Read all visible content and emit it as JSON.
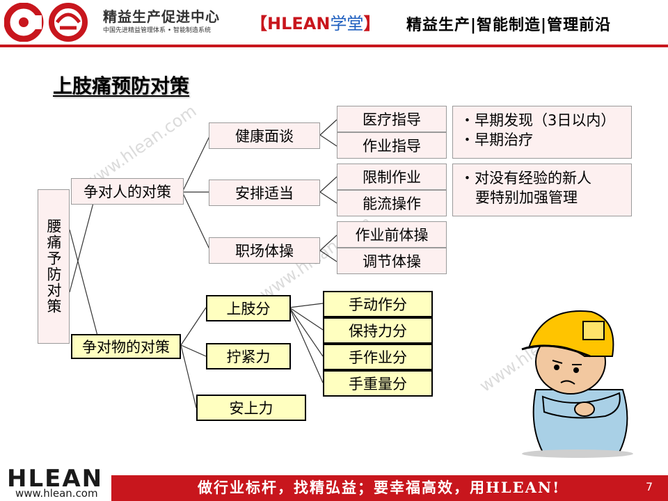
{
  "header": {
    "logo_letters": "CO",
    "brand_name": "精益生产促进中心",
    "brand_sub": "中国先进精益管理体系 • 智能制造系统",
    "center_open": "【",
    "center_h": "HLEAN",
    "center_cn": "学堂",
    "center_close": "】",
    "tagline": "精益生产|智能制造|管理前沿"
  },
  "title": "上肢痛预防对策",
  "root": "腰痛予防对策",
  "branches": {
    "person": "争对人的对策",
    "object": "争对物的对策"
  },
  "person_items": {
    "health": "健康面谈",
    "arrange": "安排适当",
    "exercise": "职场体操"
  },
  "leaves_person": {
    "medical": "医疗指导",
    "work_guide": "作业指导",
    "limit": "限制作业",
    "rotation": "能流操作",
    "pre_work": "作业前体操",
    "adjust": "调节体操"
  },
  "notes": {
    "note1_line1": "・早期发现（3日以内）",
    "note1_line2": "・早期治疗",
    "note2_line1": "・对没有经验的新人",
    "note2_line2": "要特别加强管理"
  },
  "object_items": {
    "upper_limb": "上肢分",
    "tighten": "拧紧力",
    "mounting": "安上力"
  },
  "leaves_object": {
    "manual": "手动作分",
    "hold": "保持力分",
    "hand_work": "手作业分",
    "hand_weight": "手重量分"
  },
  "watermark": "www.hlean.com",
  "footer": {
    "logo": "HLEAN",
    "url": "www.hlean.com",
    "slogan": "做行业标杆，找精弘益；要幸福高效，用HLEAN!",
    "page": "7"
  },
  "colors": {
    "brand_red": "#c8161d",
    "pink_box": "#fdf0f0",
    "yellow_box": "#ffffc0"
  }
}
